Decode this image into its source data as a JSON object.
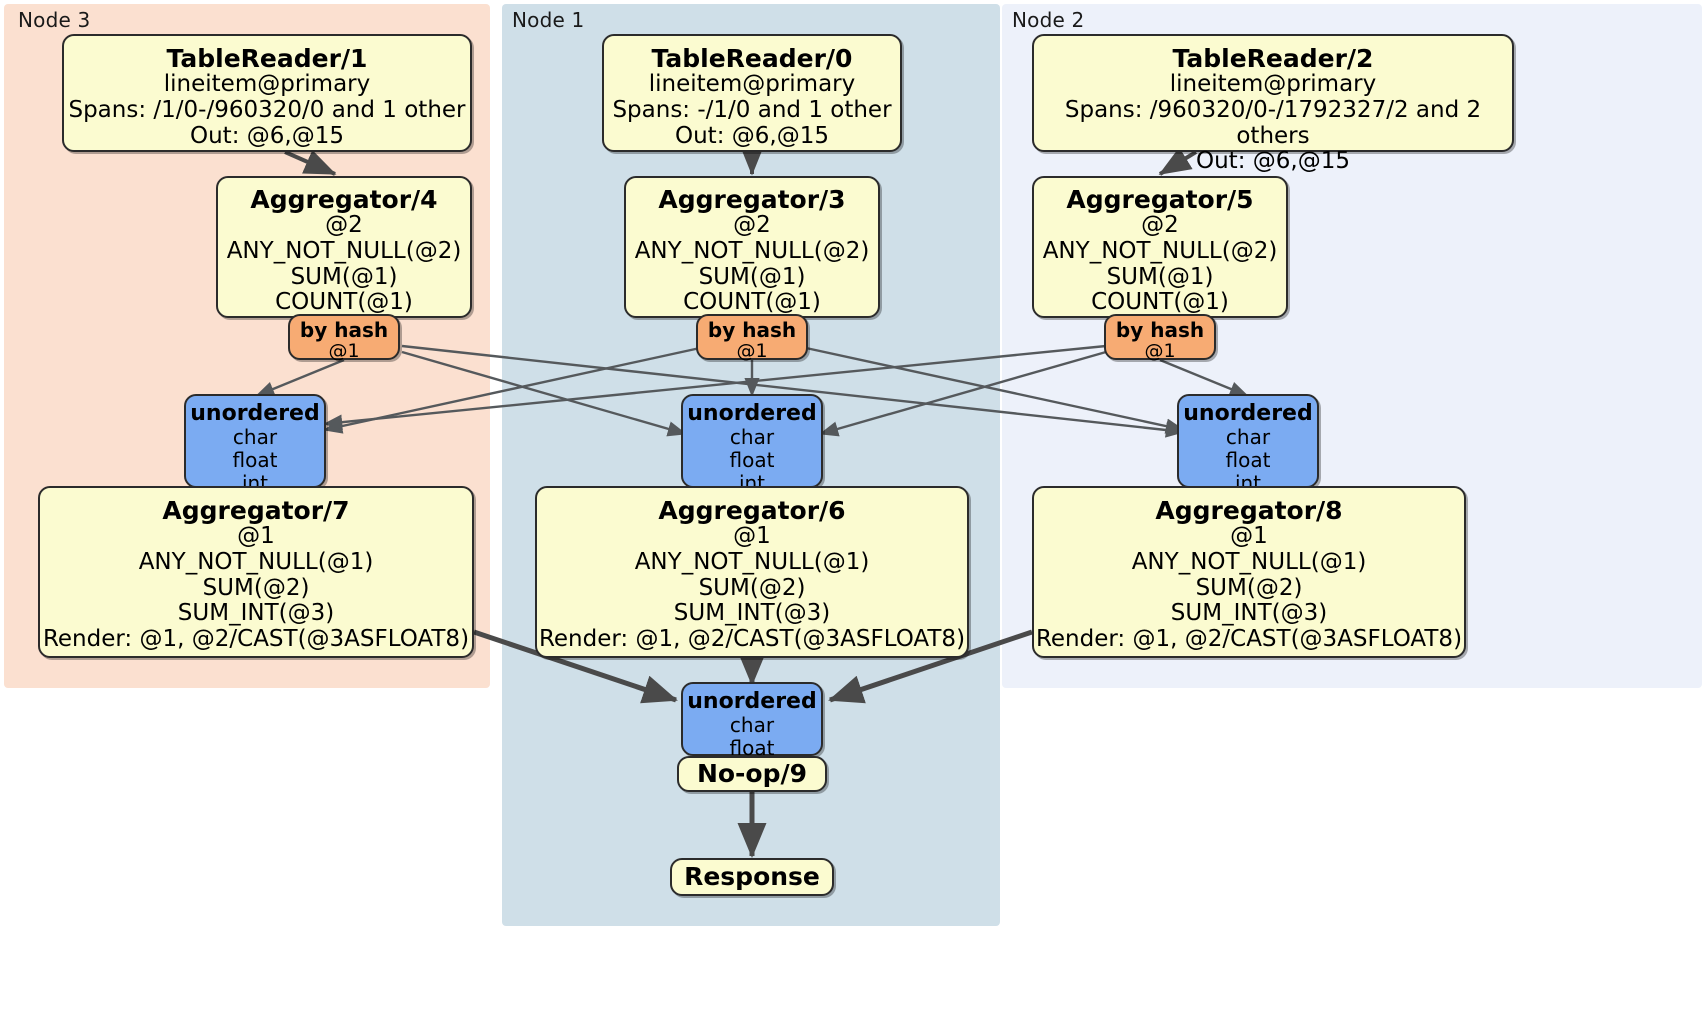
{
  "diagram": {
    "type": "distributed-query-plan",
    "colors": {
      "panel_node3": "#fbe0d0",
      "panel_node1": "#cfdfe8",
      "panel_node2": "#edf1fa",
      "processor_fill": "#fbfbd0",
      "router_fill": "#f7ab73",
      "receiver_fill": "#7babf2",
      "stroke": "#2b2b2b",
      "thick_edge": "#4a4a4a"
    },
    "panels": [
      {
        "id": "node3",
        "label": "Node 3"
      },
      {
        "id": "node1",
        "label": "Node 1"
      },
      {
        "id": "node2",
        "label": "Node 2"
      }
    ],
    "nodes": {
      "table_reader_1": {
        "title": "TableReader/1",
        "lines": [
          "lineitem@primary",
          "Spans: /1/0-/960320/0 and 1 other",
          "Out: @6,@15"
        ]
      },
      "table_reader_0": {
        "title": "TableReader/0",
        "lines": [
          "lineitem@primary",
          "Spans: -/1/0 and 1 other",
          "Out: @6,@15"
        ]
      },
      "table_reader_2": {
        "title": "TableReader/2",
        "lines": [
          "lineitem@primary",
          "Spans: /960320/0-/1792327/2 and 2 others",
          "Out: @6,@15"
        ]
      },
      "aggregator_4": {
        "title": "Aggregator/4",
        "lines": [
          "@2",
          "ANY_NOT_NULL(@2)",
          "SUM(@1)",
          "COUNT(@1)"
        ]
      },
      "aggregator_3": {
        "title": "Aggregator/3",
        "lines": [
          "@2",
          "ANY_NOT_NULL(@2)",
          "SUM(@1)",
          "COUNT(@1)"
        ]
      },
      "aggregator_5": {
        "title": "Aggregator/5",
        "lines": [
          "@2",
          "ANY_NOT_NULL(@2)",
          "SUM(@1)",
          "COUNT(@1)"
        ]
      },
      "by_hash_left": {
        "title": "by hash",
        "lines": [
          "@1"
        ]
      },
      "by_hash_middle": {
        "title": "by hash",
        "lines": [
          "@1"
        ]
      },
      "by_hash_right": {
        "title": "by hash",
        "lines": [
          "@1"
        ]
      },
      "unordered_left": {
        "title": "unordered",
        "lines": [
          "char",
          "float",
          "int"
        ]
      },
      "unordered_middle": {
        "title": "unordered",
        "lines": [
          "char",
          "float",
          "int"
        ]
      },
      "unordered_right": {
        "title": "unordered",
        "lines": [
          "char",
          "float",
          "int"
        ]
      },
      "aggregator_7": {
        "title": "Aggregator/7",
        "lines": [
          "@1",
          "ANY_NOT_NULL(@1)",
          "SUM(@2)",
          "SUM_INT(@3)",
          "Render: @1, @2/CAST(@3ASFLOAT8)"
        ]
      },
      "aggregator_6": {
        "title": "Aggregator/6",
        "lines": [
          "@1",
          "ANY_NOT_NULL(@1)",
          "SUM(@2)",
          "SUM_INT(@3)",
          "Render: @1, @2/CAST(@3ASFLOAT8)"
        ]
      },
      "aggregator_8": {
        "title": "Aggregator/8",
        "lines": [
          "@1",
          "ANY_NOT_NULL(@1)",
          "SUM(@2)",
          "SUM_INT(@3)",
          "Render: @1, @2/CAST(@3ASFLOAT8)"
        ]
      },
      "unordered_final": {
        "title": "unordered",
        "lines": [
          "char",
          "float"
        ]
      },
      "noop_9": {
        "title": "No-op/9",
        "lines": []
      },
      "response": {
        "title": "Response",
        "lines": []
      }
    }
  }
}
